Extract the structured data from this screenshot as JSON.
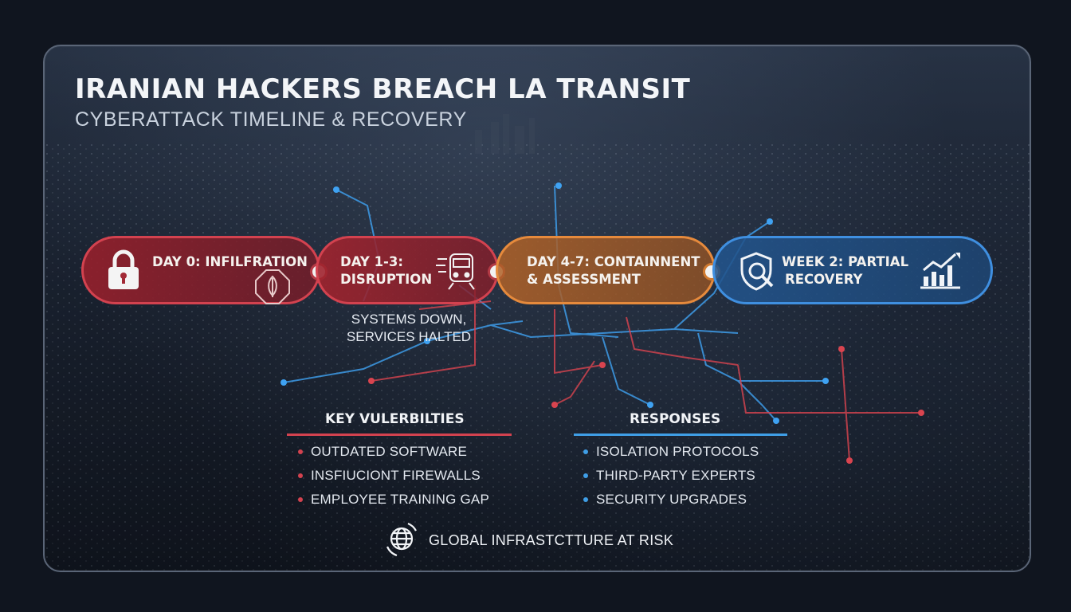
{
  "header": {
    "title": "IRANIAN HACKERS BREACH LA TRANSIT",
    "subtitle": "CYBERATTACK  TIMELINE & RECOVERY"
  },
  "timeline": [
    {
      "line1": "DAY 0: INFILFRATION",
      "line2": "",
      "color": "#d3424f",
      "icons": [
        "padlock-icon",
        "emblem-icon"
      ]
    },
    {
      "line1": "DAY 1-3:",
      "line2": "DISRUPTION",
      "color": "#d3424f",
      "icons": [
        "train-icon"
      ]
    },
    {
      "line1": "DAY 4-7: CONTAINNENT",
      "line2": "& ASSESSMENT",
      "color": "#e68a3c",
      "icons": []
    },
    {
      "line1": "WEEK 2: PARTIAL",
      "line2": "RECOVERY",
      "color": "#3f8fe0",
      "icons": [
        "shield-search-icon",
        "growth-chart-icon"
      ]
    }
  ],
  "disruption_note": {
    "line1": "SYSTEMS DOWN,",
    "line2": "SERVICES HALTED"
  },
  "vulnerabilities": {
    "heading": "KEY VULERBILTIES",
    "accent": "#d3424f",
    "items": [
      "OUTDATED SOFTWARE",
      "INSFIUCIONT FIREWALLS",
      "EMPLOYEE TRAINING GAP"
    ]
  },
  "responses": {
    "heading": "RESPONSES",
    "accent": "#3f9ee6",
    "items": [
      "ISOLATION PROTOCOLS",
      "THIRD-PARTY EXPERTS",
      "SECURITY UPGRADES"
    ]
  },
  "footer": {
    "text": "GLOBAL INFRASTCTTURE AT RISK",
    "icon": "globe-signal-icon"
  }
}
